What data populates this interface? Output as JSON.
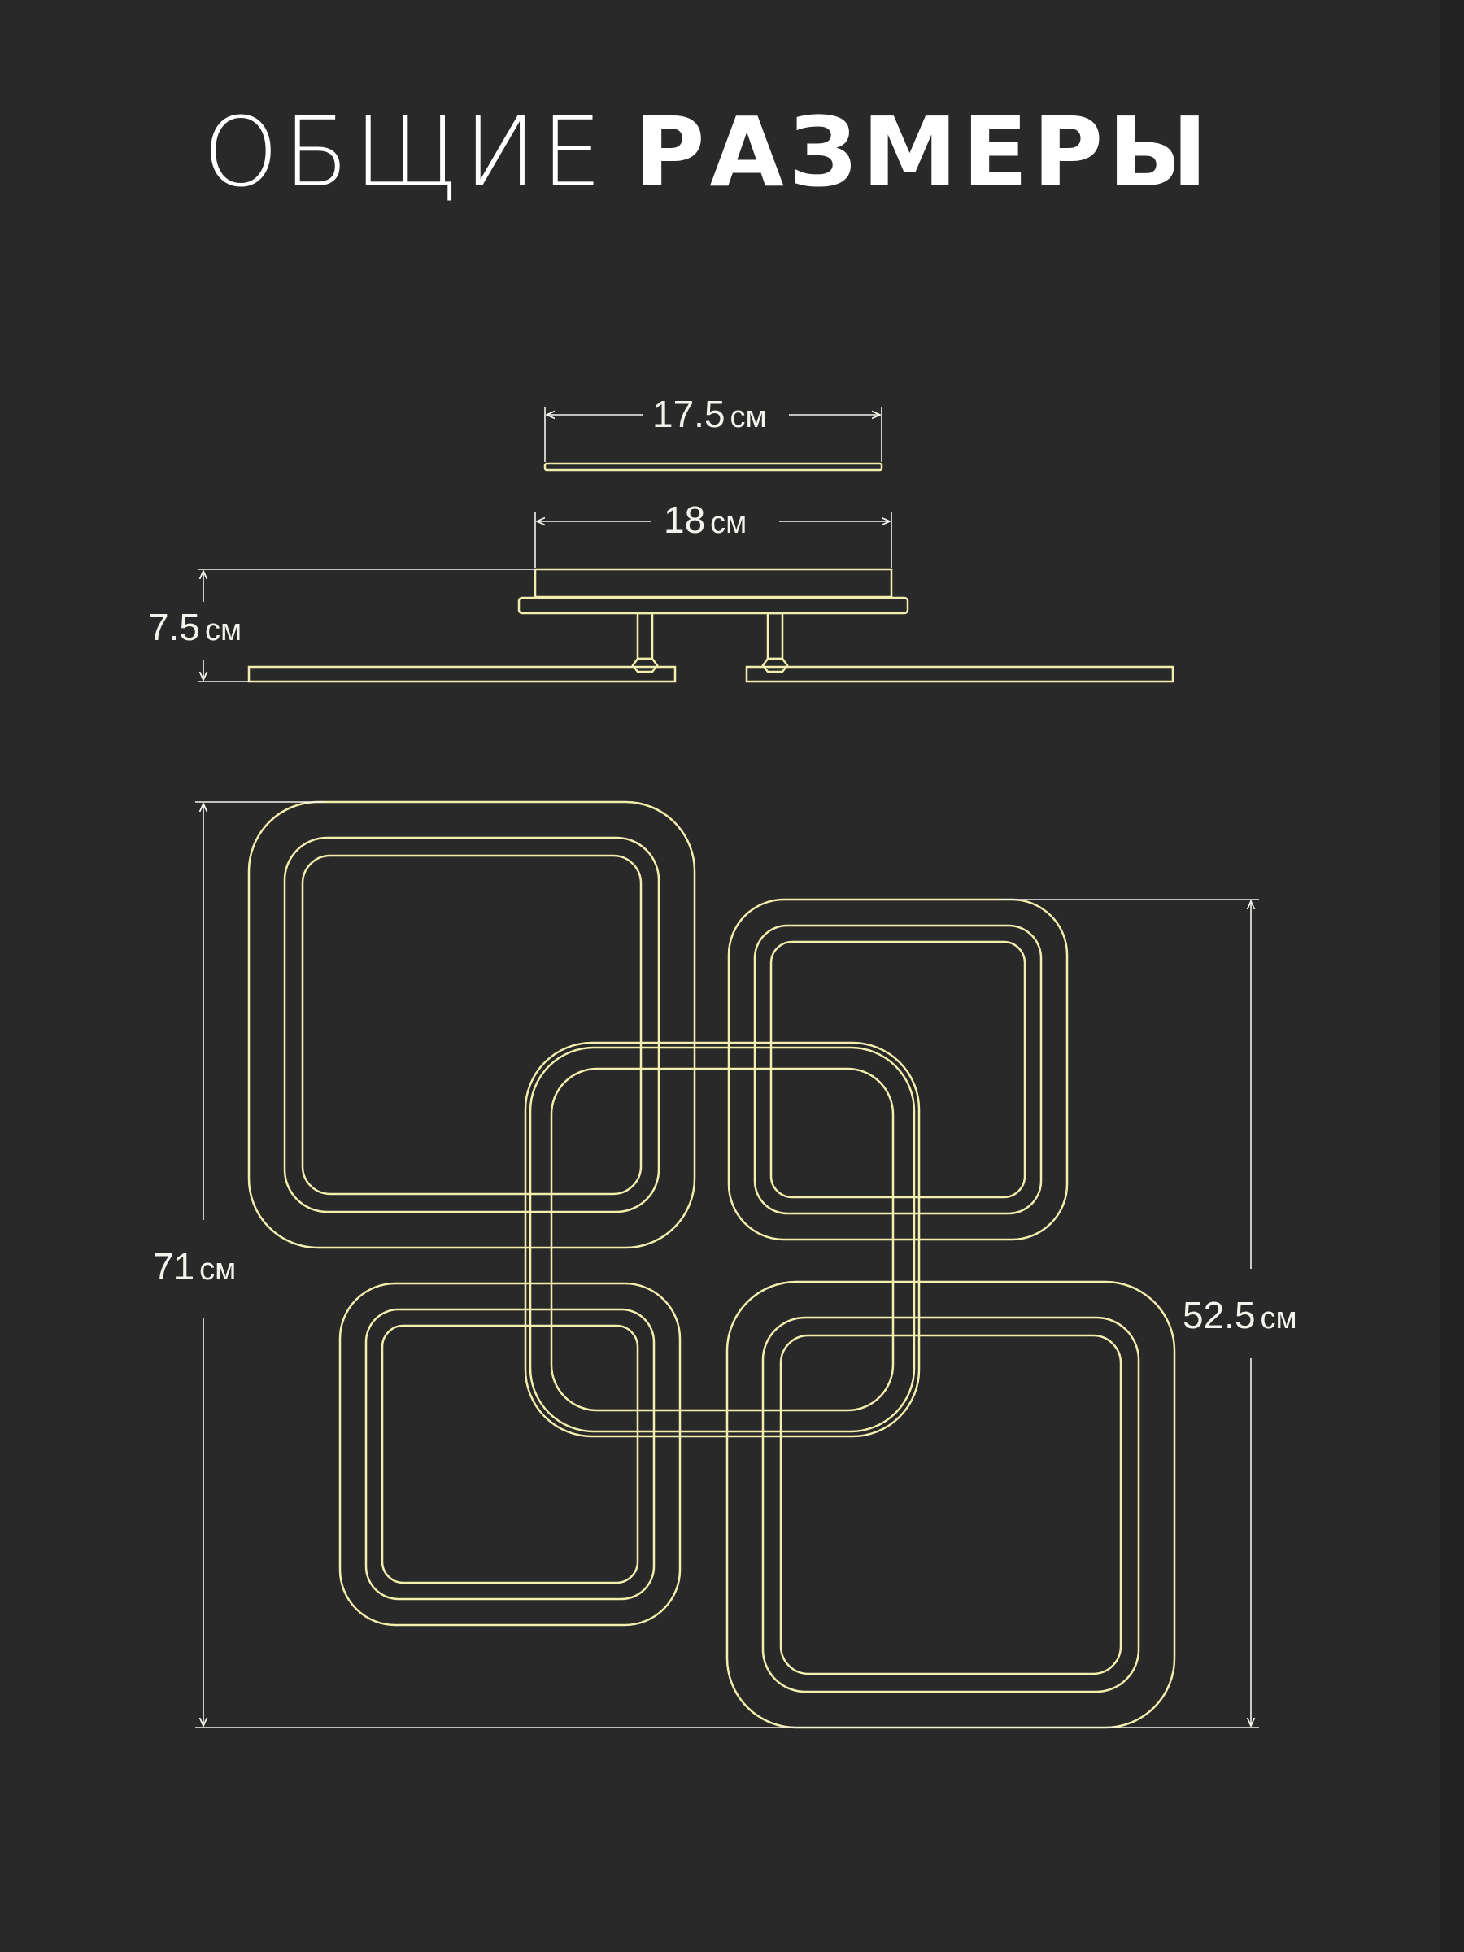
{
  "title": {
    "light": "ОБЩИЕ",
    "bold": "РАЗМЕРЫ"
  },
  "dimensions": {
    "canopy_top": {
      "value": "17.5",
      "unit": "см"
    },
    "canopy_base": {
      "value": "18",
      "unit": "см"
    },
    "height": {
      "value": "7.5",
      "unit": "см"
    },
    "total_height": {
      "value": "71",
      "unit": "см"
    },
    "right_height": {
      "value": "52.5",
      "unit": "см"
    }
  },
  "colors": {
    "background": "#2a2929",
    "outline": "#f1eeae",
    "dimension_line": "#f3f3ee",
    "text": "#ffffff"
  }
}
